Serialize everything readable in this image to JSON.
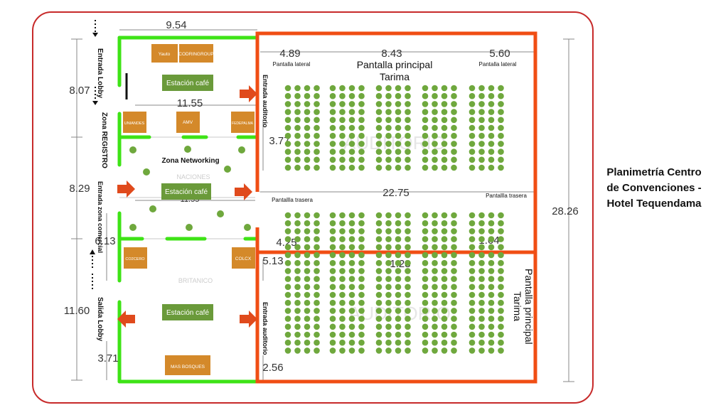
{
  "title": "Planimetría Centro de Convenciones - Hotel Tequendama",
  "dimensions": {
    "top_width": "9.54",
    "lobby_width": "11.55",
    "left_top": "8.07",
    "left_mid": "8.29",
    "left_small": "6.13",
    "left_bottom": "11.60",
    "left_bottom_small": "3.71",
    "networking_w": "11.55",
    "aud_a": "4.89",
    "aud_b": "8.43",
    "aud_c": "5.60",
    "aud_width": "22.75",
    "aud_h1": "3.77",
    "aud_h2": "5.13",
    "aud_h3": "2.56",
    "aud_h4": "4.25",
    "aud_mid1": "1.28",
    "aud_mid2": "1.64",
    "total_height": "28.26"
  },
  "labels": {
    "entrada_lobby": "Entrada Lobby",
    "zona_registro": "Zona REGISTRO",
    "entrada_comercial": "Entrada zona comercial",
    "salida_lobby": "Salida Lobby",
    "entrada_auditorio_1": "Entrada auditorio",
    "entrada_auditorio_2": "Entrada auditorio",
    "estacion_cafe_1": "Estación café",
    "estacion_cafe_2": "Estación café",
    "estacion_cafe_3": "Estación café",
    "zona_networking": "Zona Networking",
    "pantalla_lateral_1": "Pantalla lateral",
    "pantalla_lateral_2": "Pantalla lateral",
    "pantalla_principal_1": "Pantalla principal",
    "tarima_1": "Tarima",
    "pantalla_trasera_1": "Pantallla trasera",
    "pantalla_trasera_2": "Pantallla trasera",
    "pantalla_principal_2": "Pantalla principal",
    "tarima_2": "Tarima",
    "auditorio_watermark": "AUDITORIO",
    "naciones_watermark": "NACIONES",
    "britanico_watermark": "BRITANICO"
  },
  "stands": [
    "Yauto",
    "CODRINGROUP",
    "UNIANDES",
    "AMV",
    "FEDEPALMA",
    "CO2CERO",
    "COLCX",
    "MAS BOSQUES"
  ],
  "colors": {
    "green_wall": "#3ee316",
    "orange_wall": "#f04e14",
    "stand": "#d4892a",
    "cafe": "#6a9a3a",
    "seat": "#6fa83d",
    "arrow": "#e04a1c",
    "frame": "#c72a2a"
  }
}
